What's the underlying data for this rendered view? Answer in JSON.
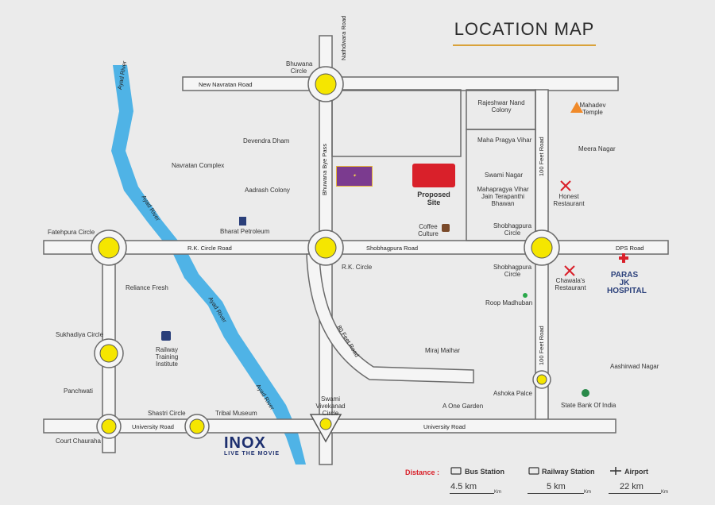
{
  "title": "LOCATION MAP",
  "colors": {
    "road_fill": "#f5f5f5",
    "road_stroke": "#6b6b6b",
    "river": "#4fb3e6",
    "circle_marker": "#f5e600",
    "proposed_marker": "#d9202a",
    "underline": "#d9a23a",
    "distance_label": "#d9202a"
  },
  "roads": {
    "new_navratan": "New Navratan Road",
    "nathdwara": "Nathdwara Road",
    "bhuwana_bye_pass": "Bhuwana Bye Pass",
    "rk_circle_road": "R.K. Circle Road",
    "shobhagpura_road": "Shobhagpura Road",
    "dps_road": "DPS Road",
    "feet80": "80 Feet Road",
    "feet100_top": "100 Feet Road",
    "feet100_bottom": "100 Feet Road",
    "university_left": "University Road",
    "university_right": "University Road"
  },
  "river": {
    "label_top": "Ayad River",
    "label_mid": "Ayad River",
    "label_low": "Ayad River",
    "label_bottom": "Ayad River"
  },
  "circles": {
    "bhuwana": "Bhuwana Circle",
    "fatehpura": "Fatehpura Circle",
    "rk": "R.K. Circle",
    "shobhagpura_top": "Shobhagpura Circle",
    "shobhagpura_bottom": "Shobhagpura Circle",
    "sukhadiya": "Sukhadiya Circle",
    "shastri": "Shastri Circle",
    "swami_vivekanand": "Swami Vivekanad Circle",
    "court_chauraha": "Court Chauraha"
  },
  "places": {
    "rajeshwar": "Rajeshwar Nand Colony",
    "mahadev": "Mahadev Temple",
    "maha_pragya": "Maha Pragya Vihar",
    "meera_nagar": "Meera Nagar",
    "devendra_dham": "Devendra Dham",
    "navratan_complex": "Navratan Complex",
    "aadrash": "Aadrash Colony",
    "swami_nagar": "Swami Nagar",
    "terapanthi": "Mahapragya Vihar Jain Terapanthi Bhawan",
    "honest": "Honest Restaurant",
    "bharat_petroleum": "Bharat Petroleum",
    "coffee_culture": "Coffee Culture",
    "proposed_site": "Proposed Site",
    "chawalas": "Chawala's Restaurant",
    "roop_madhuban": "Roop Madhuban",
    "reliance": "Reliance Fresh",
    "railway_institute": "Railway Training Institute",
    "miraj": "Miraj Malhar",
    "aashirwad": "Aashirwad Nagar",
    "panchwati": "Panchwati",
    "ashoka": "Ashoka Palce",
    "sbi": "State Bank Of India",
    "tribal": "Tribal Museum",
    "a_one": "A One Garden",
    "hospital_main": "PARAS JK HOSPITAL",
    "inox_main": "INOX",
    "inox_sub": "LIVE THE MOVIE"
  },
  "distance": {
    "label": "Distance :",
    "items": [
      {
        "name": "Bus Station",
        "value": "4.5 km",
        "unit": "Km",
        "icon": "bus-icon"
      },
      {
        "name": "Railway Station",
        "value": "5 km",
        "unit": "Km",
        "icon": "train-icon"
      },
      {
        "name": "Airport",
        "value": "22 km",
        "unit": "Km",
        "icon": "airplane-icon"
      }
    ]
  }
}
